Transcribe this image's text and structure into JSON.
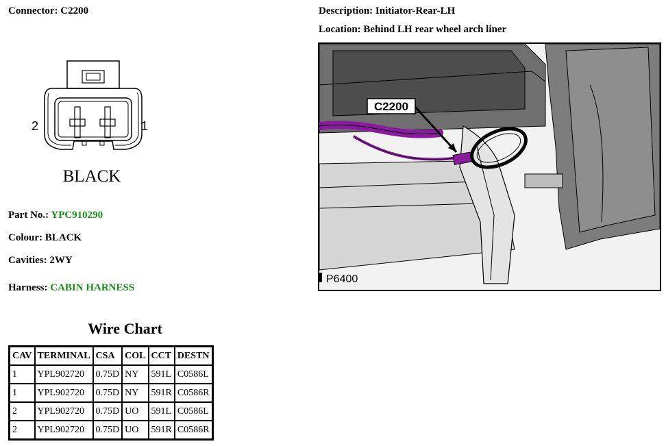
{
  "connector": {
    "label": "Connector:",
    "value": "C2200"
  },
  "description": {
    "label": "Description:",
    "value": "Initiator-Rear-LH"
  },
  "location": {
    "label": "Location:",
    "value": "Behind LH rear wheel arch liner"
  },
  "diagram": {
    "pin_left": "2",
    "pin_right": "1",
    "color_text": "BLACK"
  },
  "illustration": {
    "callout": "C2200",
    "figure_id": "P6400"
  },
  "part_no": {
    "label": "Part No.:",
    "value": "YPC910290"
  },
  "colour": {
    "label": "Colour:",
    "value": "BLACK"
  },
  "cavities": {
    "label": "Cavities:",
    "value": "2WY"
  },
  "harness": {
    "label": "Harness:",
    "value": "CABIN HARNESS"
  },
  "wire_chart": {
    "title": "Wire Chart",
    "headers": [
      "CAV",
      "TERMINAL",
      "CSA",
      "COL",
      "CCT",
      "DESTN"
    ],
    "rows": [
      [
        "1",
        "YPL902720",
        "0.75D",
        "NY",
        "591L",
        "C0586L"
      ],
      [
        "1",
        "YPL902720",
        "0.75D",
        "NY",
        "591R",
        "C0586R"
      ],
      [
        "2",
        "YPL902720",
        "0.75D",
        "UO",
        "591L",
        "C0586L"
      ],
      [
        "2",
        "YPL902720",
        "0.75D",
        "UO",
        "591R",
        "C0586R"
      ]
    ]
  },
  "colors": {
    "link_green": "#1e8c1e",
    "wire_purple": "#8a1a9e"
  }
}
